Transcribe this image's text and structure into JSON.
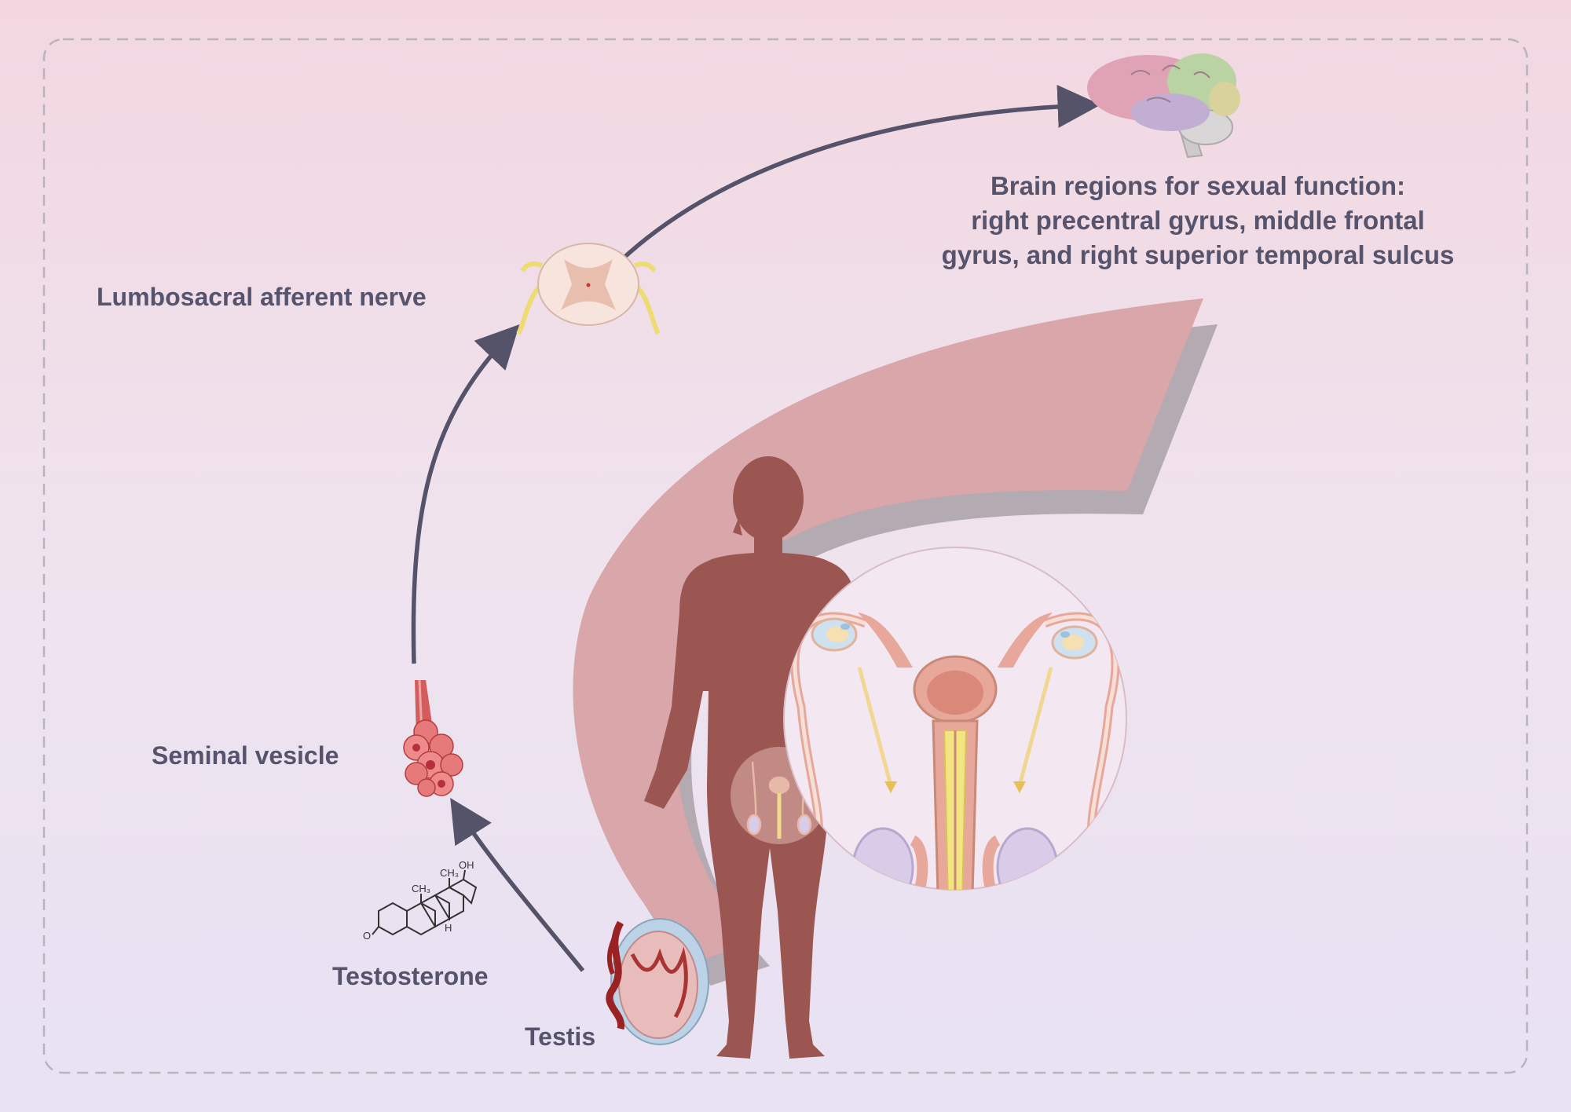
{
  "labels": {
    "brain_title": "Brain regions for sexual function:",
    "brain_line2": "right precentral gyrus, middle frontal",
    "brain_line3": "gyrus, and right superior temporal sulcus",
    "lumbosacral": "Lumbosacral afferent nerve",
    "seminal_vesicle": "Seminal vesicle",
    "testosterone": "Testosterone",
    "testis": "Testis"
  },
  "chemical_labels": {
    "oh": "OH",
    "ch3_a": "CH₃",
    "ch3_b": "CH₃",
    "h": "H",
    "o": "O"
  },
  "colors": {
    "background_top": "#f2d7e0",
    "background_bottom": "#e8e2f3",
    "arrow": "#55536a",
    "text": "#56536c",
    "body_silhouette": "#9b5651",
    "arc_band": "#d9a6a9",
    "arc_shadow": "#b4aab2"
  },
  "icons": [
    "brain-icon",
    "spinal-cord-icon",
    "seminal-vesicle-icon",
    "testosterone-molecule-icon",
    "testis-icon",
    "human-body-icon",
    "reproductive-anatomy-icon"
  ]
}
